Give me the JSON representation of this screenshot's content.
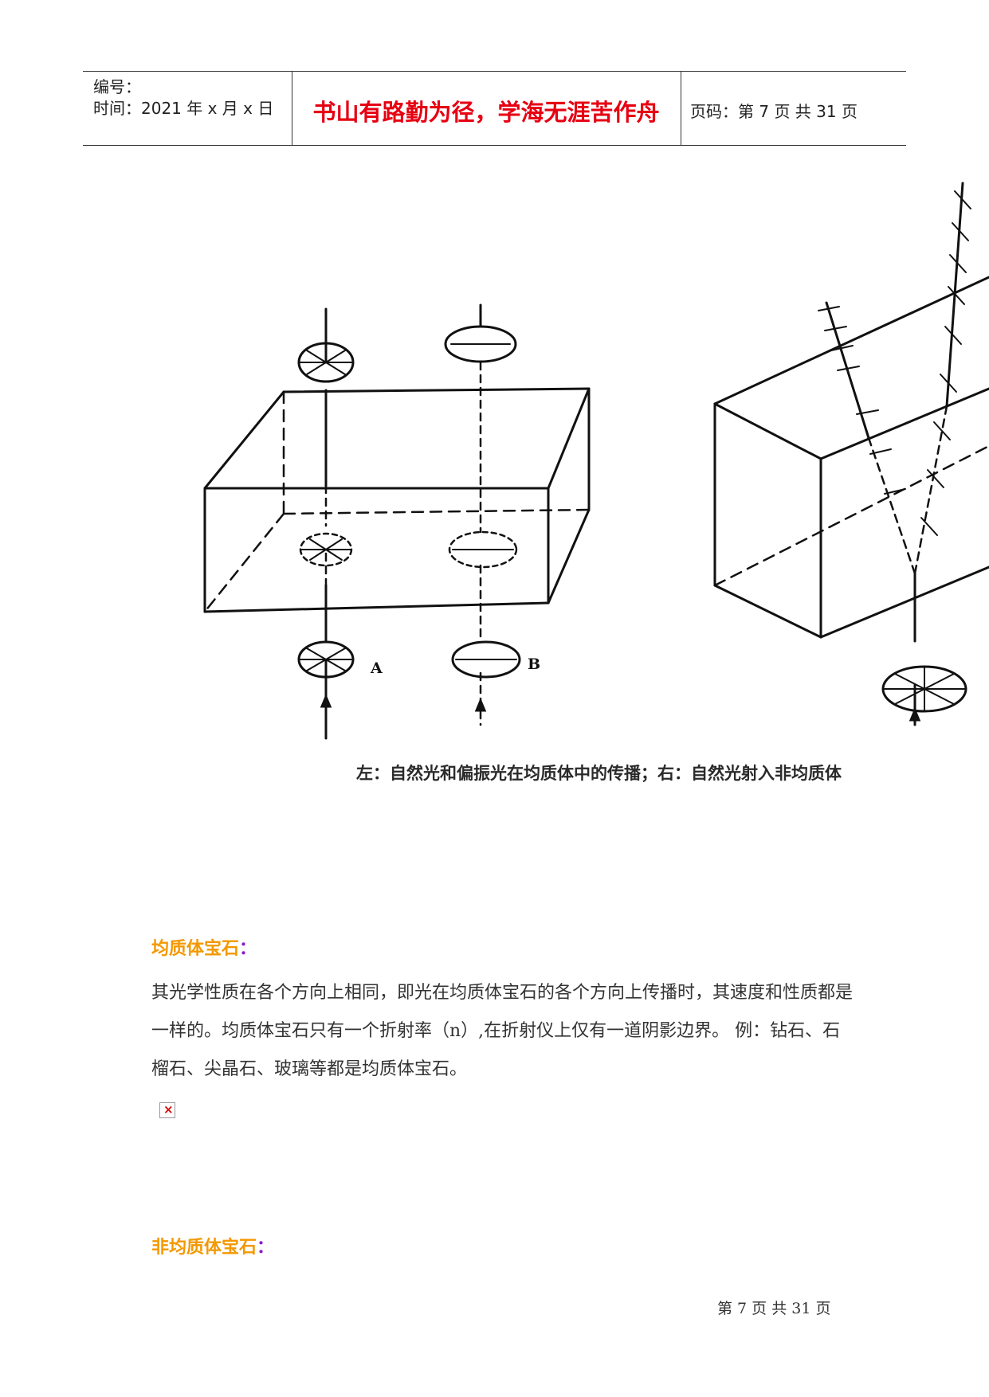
{
  "header": {
    "number_label": "编号：",
    "time_label": "时间：2021 年 x 月 x 日",
    "motto": "书山有路勤为径，学海无涯苦作舟",
    "page_label": "页码：第 7 页  共 31 页"
  },
  "figure": {
    "label_a": "A",
    "label_b": "B",
    "caption": "左：自然光和偏振光在均质体中的传播；右：自然光射入非均质体"
  },
  "section1": {
    "heading": "均质体宝石",
    "colon": "：",
    "body": "其光学性质在各个方向上相同，即光在均质体宝石的各个方向上传播时，其速度和性质都是一样的。均质体宝石只有一个折射率（n）,在折射仪上仅有一道阴影边界。 例：钻石、石榴石、尖晶石、玻璃等都是均质体宝石。"
  },
  "section2": {
    "heading": "非均质体宝石",
    "colon": "："
  },
  "footer": {
    "page_text": "第 7 页 共 31 页"
  },
  "colors": {
    "motto": "#e60012",
    "heading": "#f39800",
    "colon": "#8a1cc6"
  }
}
